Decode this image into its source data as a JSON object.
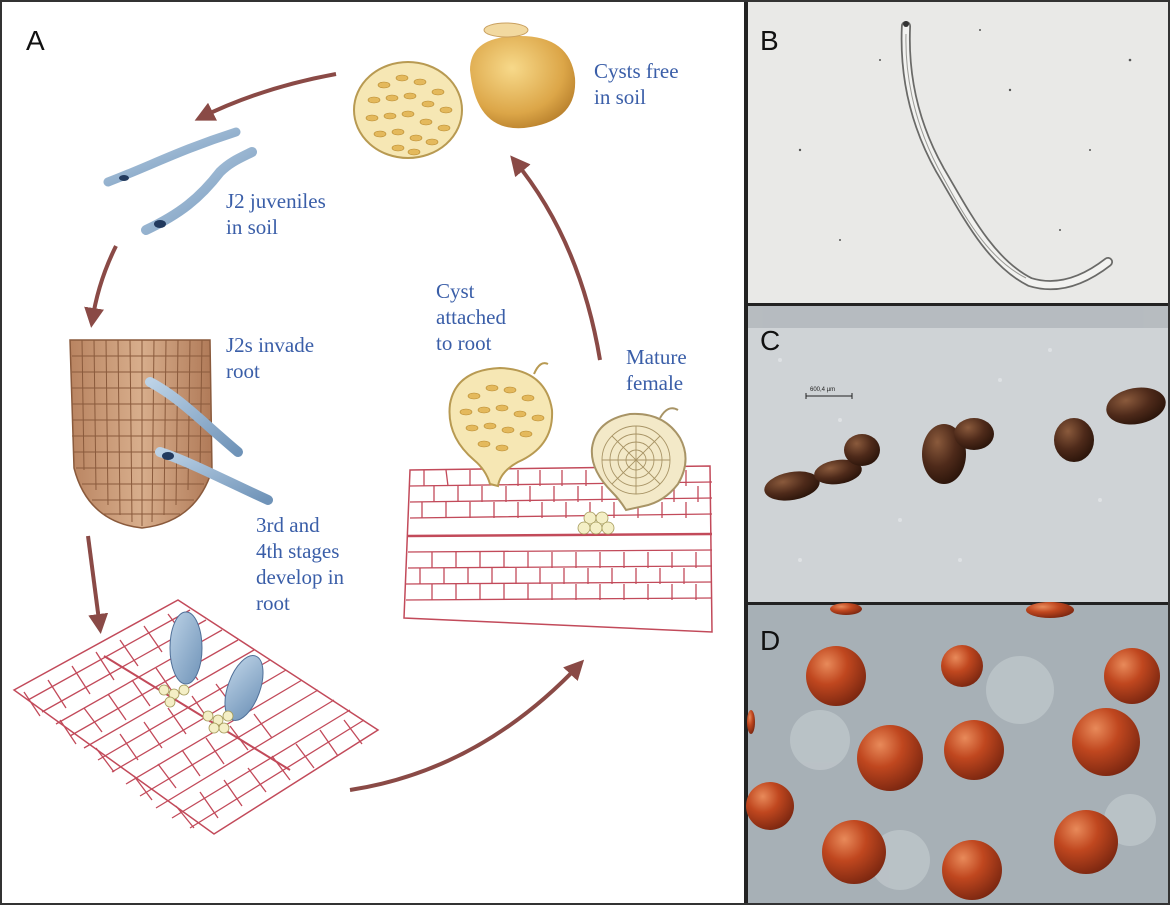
{
  "panels": {
    "a": {
      "letter": "A",
      "stages": {
        "cysts_free_1": "Cysts free",
        "cysts_free_2": "in soil",
        "j2_soil_1": "J2 juveniles",
        "j2_soil_2": "in soil",
        "j2_invade_1": "J2s invade",
        "j2_invade_2": "root",
        "stages_1": "3rd and",
        "stages_2": "4th stages",
        "stages_3": "develop in",
        "stages_4": "root",
        "cyst_attached_1": "Cyst",
        "cyst_attached_2": "attached",
        "cyst_attached_3": "to root",
        "mature_female_1": "Mature",
        "mature_female_2": "female"
      }
    },
    "b": {
      "letter": "B"
    },
    "c": {
      "letter": "C",
      "scale_bar": "600,4 µm"
    },
    "d": {
      "letter": "D"
    }
  },
  "colors": {
    "label_blue": "#3a5ea8",
    "arrow_brown": "#8a4a46",
    "root_cells": "#c24a5a",
    "cyst_yellow": "#f6e7b4",
    "cyst_brown": "#4e2a1a",
    "cyst_red": "#b8431f"
  }
}
